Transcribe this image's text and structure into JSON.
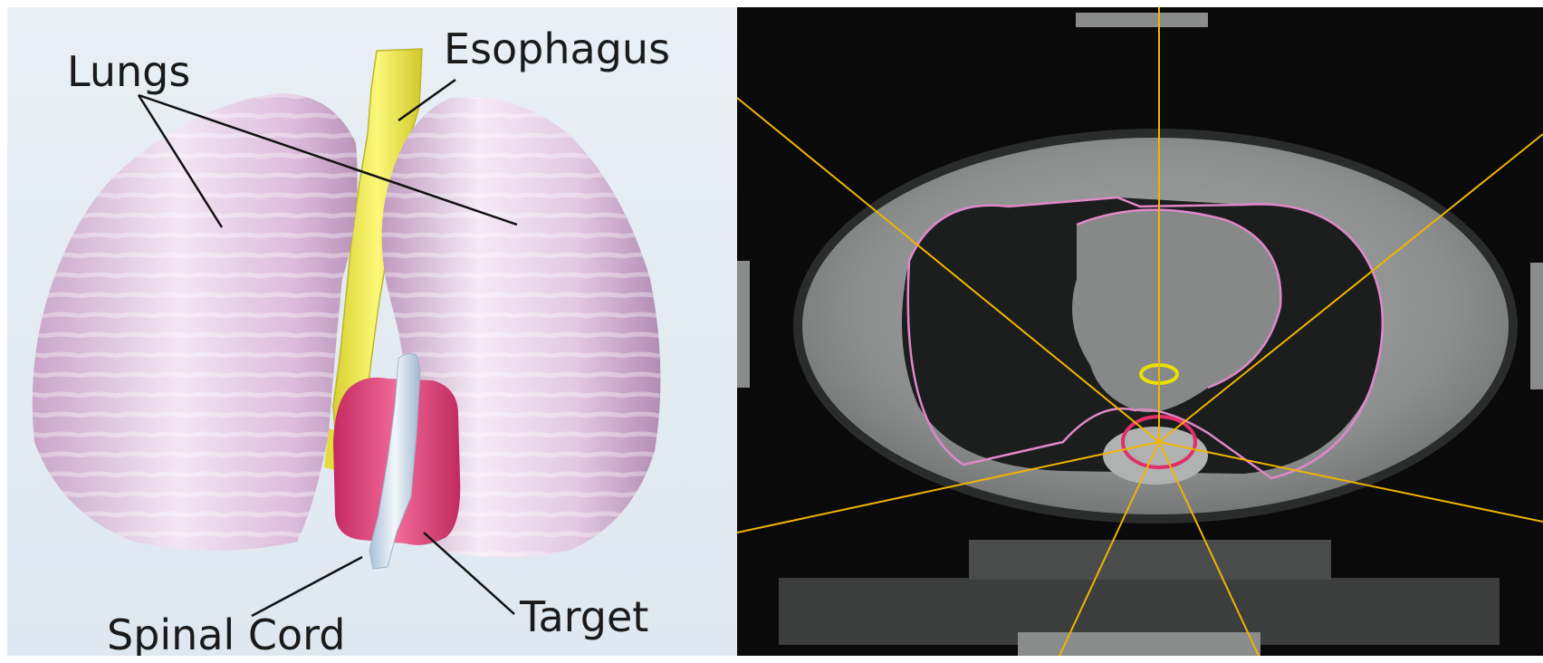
{
  "figure": {
    "left_panel": {
      "view": "3D organ surface rendering",
      "labels": {
        "lungs": "Lungs",
        "esophagus": "Esophagus",
        "spinal_cord": "Spinal Cord",
        "target": "Target"
      },
      "colors": {
        "background": "#e3ebf2",
        "lungs": "#d9bcd9",
        "esophagus": "#f0ec5a",
        "spinal_cord": "#dce8f2",
        "target": "#e0437a"
      }
    },
    "right_panel": {
      "view": "Axial CT slice with beam lines and contours",
      "colors": {
        "background": "#0a0a0a",
        "beam_lines": "#f0b400",
        "lung_contour": "#e088c8",
        "esophagus_contour": "#e8e000",
        "target_contour": "#e0306a",
        "tissue": "#8e9090"
      }
    }
  }
}
